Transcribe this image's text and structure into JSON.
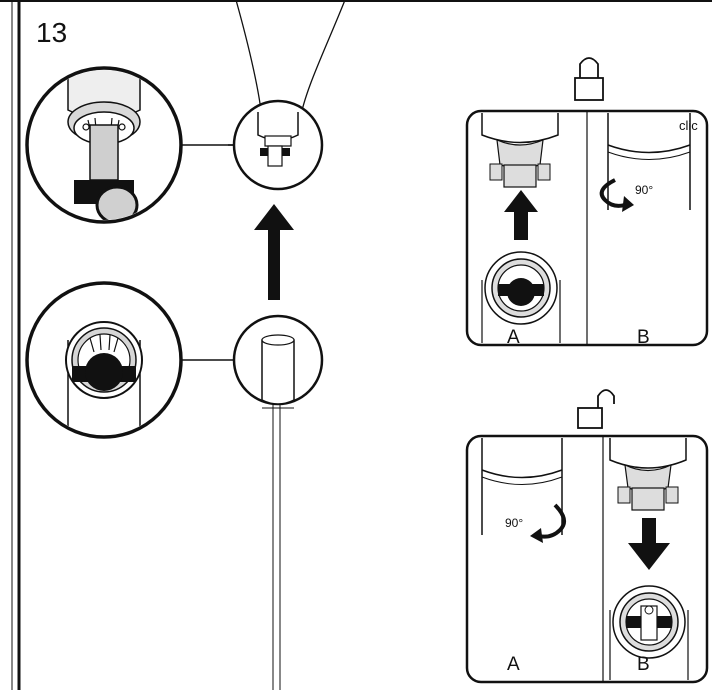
{
  "step_number": "13",
  "lock_panel": {
    "click_label": "clic",
    "rotation_label": "90°",
    "label_a": "A",
    "label_b": "B",
    "icon": "padlock-closed-icon"
  },
  "unlock_panel": {
    "rotation_label": "90°",
    "label_a": "A",
    "label_b": "B",
    "icon": "padlock-open-icon"
  },
  "colors": {
    "ink": "#111111",
    "background": "#ffffff",
    "shade": "#cfcfcf"
  }
}
